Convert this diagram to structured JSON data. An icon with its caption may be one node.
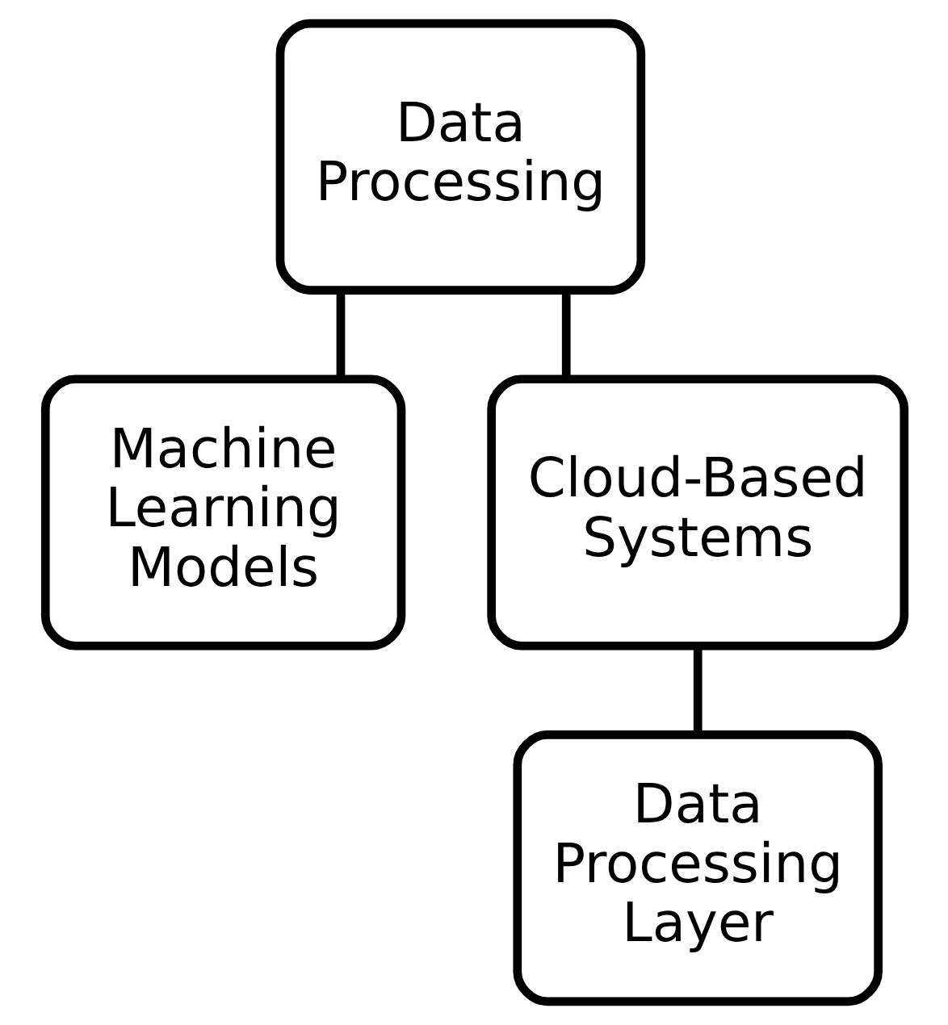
{
  "diagram": {
    "nodes": [
      {
        "text": [
          "Data Processing"
        ]
      },
      {
        "text": [
          "Machine Learning Models"
        ]
      },
      {
        "text": [
          "Cloud-Based Systems"
        ]
      },
      {
        "text": [
          "Data Processing Layer"
        ]
      }
    ],
    "edges": [
      {
        "from": 0,
        "to": 1,
        "arrow": "none"
      },
      {
        "from": 0,
        "to": 2,
        "arrow": "none"
      },
      {
        "from": 2,
        "to": 3,
        "arrow": "none"
      }
    ]
  }
}
